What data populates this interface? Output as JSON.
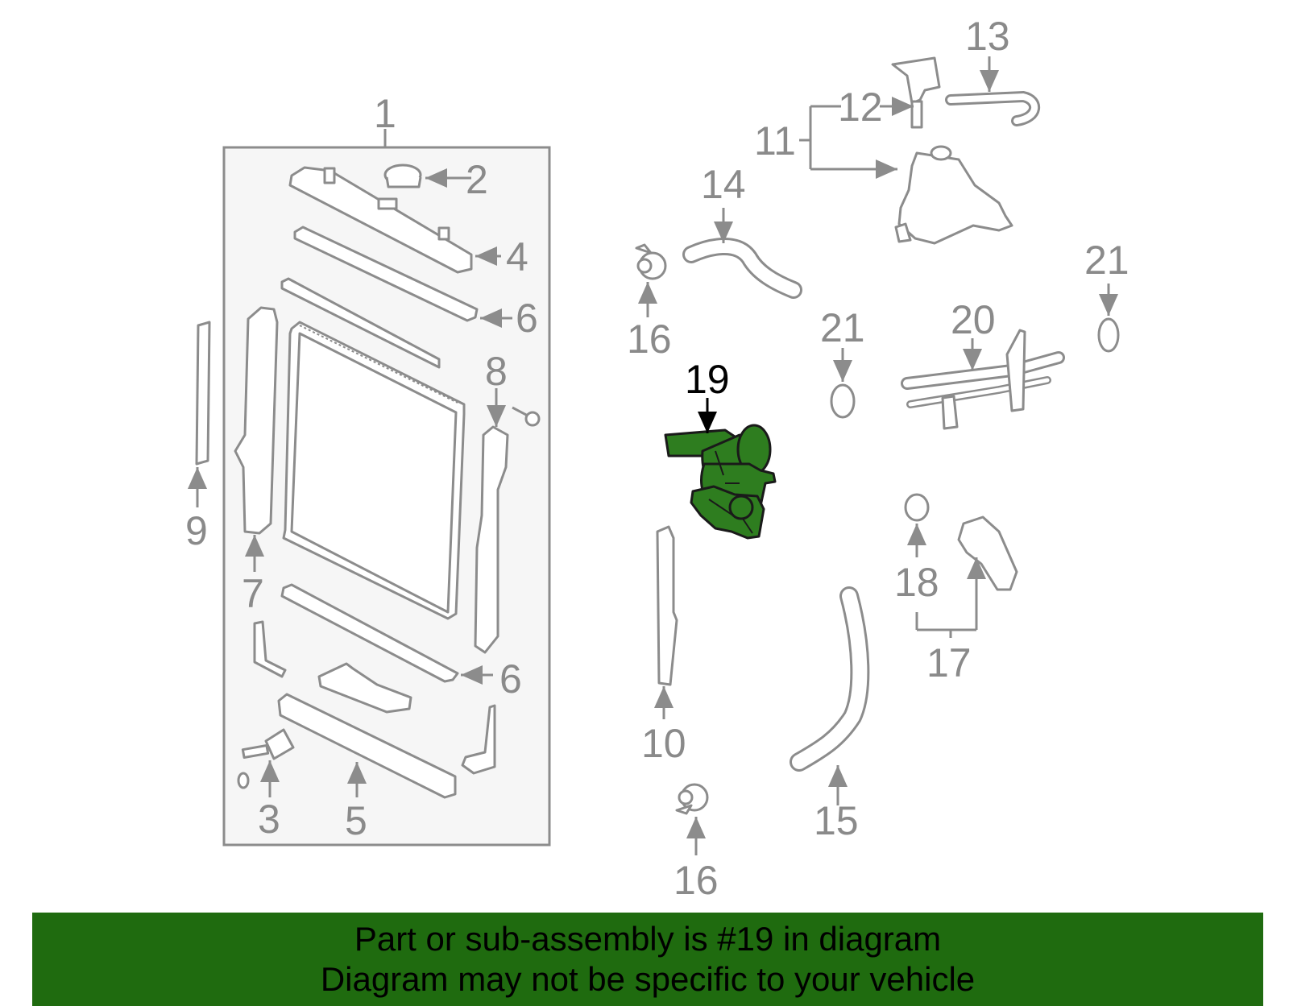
{
  "diagram": {
    "highlight_color": "#2e7d1f",
    "part_color": "#8c8c8c",
    "callouts": {
      "c1": "1",
      "c2": "2",
      "c3": "3",
      "c4": "4",
      "c5": "5",
      "c6a": "6",
      "c6b": "6",
      "c7": "7",
      "c8": "8",
      "c9": "9",
      "c10": "10",
      "c11": "11",
      "c12": "12",
      "c13": "13",
      "c14": "14",
      "c15": "15",
      "c16a": "16",
      "c16b": "16",
      "c17": "17",
      "c18": "18",
      "c19": "19",
      "c20": "20",
      "c21a": "21",
      "c21b": "21"
    }
  },
  "banner": {
    "background": "#1f6b0f",
    "line1": "Part or sub-assembly is #19 in diagram",
    "line2": "Diagram may not be specific to your vehicle"
  }
}
